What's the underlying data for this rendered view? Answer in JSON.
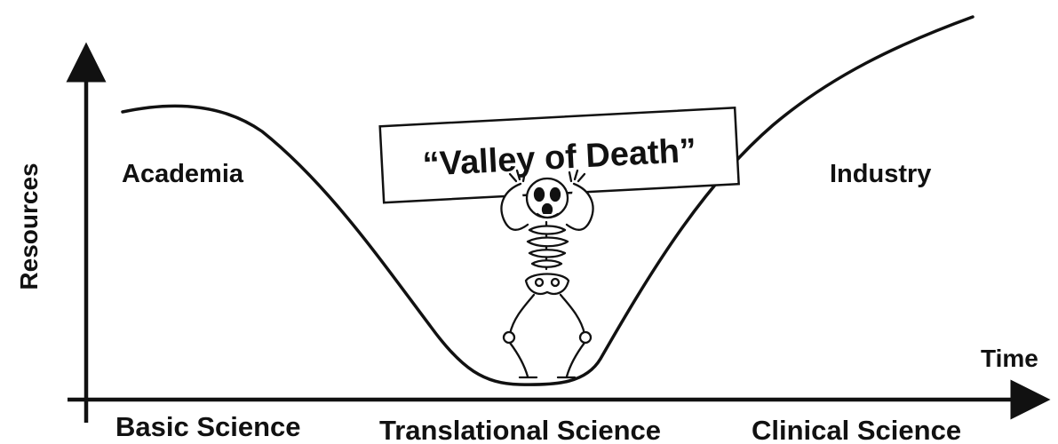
{
  "axes": {
    "y_label": "Resources",
    "x_label": "Time"
  },
  "regions": {
    "left": "Academia",
    "right": "Industry"
  },
  "valley_sign": {
    "text": "“Valley of Death”"
  },
  "stages": [
    "Basic Science",
    "Translational Science",
    "Clinical Science"
  ],
  "illustration": {
    "icon": "skeleton-icon"
  }
}
